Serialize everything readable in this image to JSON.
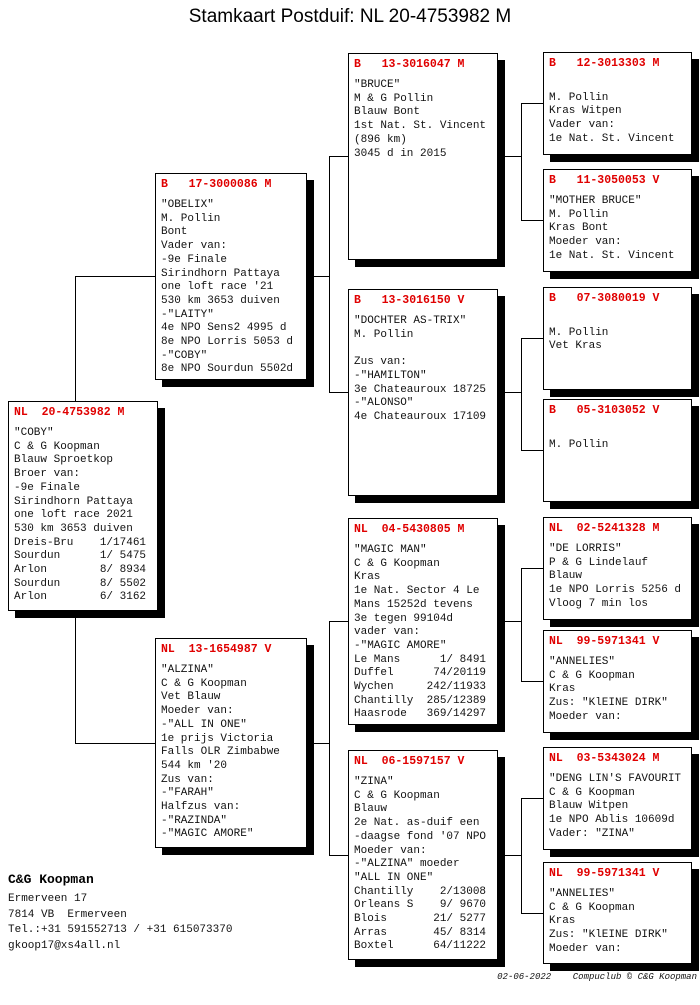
{
  "title": "Stamkaart Postduif: NL  20-4753982 M",
  "colors": {
    "ring_red": "#e00000",
    "shadow": "#000000"
  },
  "boxes": {
    "subject": {
      "ring": "NL  20-4753982 M",
      "lines": [
        "\"COBY\"",
        "C & G Koopman",
        "Blauw Sproetkop",
        "Broer van:",
        "-9e Finale",
        "Sirindhorn Pattaya",
        "one loft race 2021",
        "530 km 3653 duiven",
        "Dreis-Bru    1/17461",
        "Sourdun      1/ 5475",
        "Arlon        8/ 8934",
        "Sourdun      8/ 5502",
        "Arlon        6/ 3162"
      ]
    },
    "sire": {
      "ring": "B   17-3000086 M",
      "lines": [
        "\"OBELIX\"",
        "M. Pollin",
        "Bont",
        "Vader van:",
        "-9e Finale",
        "Sirindhorn Pattaya",
        "one loft race '21",
        "530 km 3653 duiven",
        "-\"LAITY\"",
        "4e NPO Sens2 4995 d",
        "8e NPO Lorris 5053 d",
        "-\"COBY\"",
        "8e NPO Sourdun 5502d"
      ]
    },
    "dam": {
      "ring": "NL  13-1654987 V",
      "lines": [
        "\"ALZINA\"",
        "C & G Koopman",
        "Vet Blauw",
        "Moeder van:",
        "-\"ALL IN ONE\"",
        "1e prijs Victoria",
        "Falls OLR Zimbabwe",
        "544 km '20",
        "Zus van:",
        "-\"FARAH\"",
        "Halfzus van:",
        "-\"RAZINDA\"",
        "-\"MAGIC AMORE\""
      ]
    },
    "ss": {
      "ring": "B   13-3016047 M",
      "lines": [
        "\"BRUCE\"",
        "M & G Pollin",
        "Blauw Bont",
        "1st Nat. St. Vincent",
        "(896 km)",
        "3045 d in 2015"
      ]
    },
    "sd": {
      "ring": "B   13-3016150 V",
      "lines": [
        "\"DOCHTER AS-TRIX\"",
        "M. Pollin",
        "",
        "Zus van:",
        "-\"HAMILTON\"",
        "3e Chateauroux 18725",
        "-\"ALONSO\"",
        "4e Chateauroux 17109"
      ]
    },
    "ds": {
      "ring": "NL  04-5430805 M",
      "lines": [
        "\"MAGIC MAN\"",
        "C & G Koopman",
        "Kras",
        "1e Nat. Sector 4 Le",
        "Mans 15252d tevens",
        "3e tegen 99104d",
        "vader van:",
        "-\"MAGIC AMORE\"",
        "Le Mans      1/ 8491",
        "Duffel      74/20119",
        "Wychen     242/11933",
        "Chantilly  285/12389",
        "Haasrode   369/14297"
      ]
    },
    "dd": {
      "ring": "NL  06-1597157 V",
      "lines": [
        "\"ZINA\"",
        "C & G Koopman",
        "Blauw",
        "2e Nat. as-duif een",
        "-daagse fond '07 NPO",
        "Moeder van:",
        "-\"ALZINA\" moeder",
        "\"ALL IN ONE\"",
        "Chantilly    2/13008",
        "Orleans S    9/ 9670",
        "Blois       21/ 5277",
        "Arras       45/ 8314",
        "Boxtel      64/11222"
      ]
    },
    "ggp": [
      {
        "ring": "B   12-3013303 M",
        "lines": [
          "",
          "M. Pollin",
          "Kras Witpen",
          "Vader van:",
          "1e Nat. St. Vincent"
        ]
      },
      {
        "ring": "B   11-3050053 V",
        "lines": [
          "\"MOTHER BRUCE\"",
          "M. Pollin",
          "Kras Bont",
          "Moeder van:",
          "1e Nat. St. Vincent"
        ]
      },
      {
        "ring": "B   07-3080019 V",
        "lines": [
          "",
          "M. Pollin",
          "Vet Kras"
        ]
      },
      {
        "ring": "B   05-3103052 V",
        "lines": [
          "",
          "M. Pollin"
        ]
      },
      {
        "ring": "NL  02-5241328 M",
        "lines": [
          "\"DE LORRIS\"",
          "P & G Lindelauf",
          "Blauw",
          "1e NPO Lorris 5256 d",
          "Vloog 7 min los"
        ]
      },
      {
        "ring": "NL  99-5971341 V",
        "lines": [
          "\"ANNELIES\"",
          "C & G Koopman",
          "Kras",
          "Zus: \"KlEINE DIRK\"",
          "Moeder van:"
        ]
      },
      {
        "ring": "NL  03-5343024 M",
        "lines": [
          "\"DENG LIN'S FAVOURIT",
          "C & G Koopman",
          "Blauw Witpen",
          "1e NPO Ablis 10609d",
          "Vader: \"ZINA\""
        ]
      },
      {
        "ring": "NL  99-5971341 V",
        "lines": [
          "\"ANNELIES\"",
          "C & G Koopman",
          "Kras",
          "Zus: \"KlEINE DIRK\"",
          "Moeder van:"
        ]
      }
    ]
  },
  "footer": {
    "owner": "C&G Koopman",
    "address": [
      "Ermerveen 17",
      "7814 VB  Ermerveen",
      "Tel.:+31 591552713 / +31 615073370",
      "gkoop17@xs4all.nl"
    ],
    "credit": "02-06-2022    Compuclub © C&G Koopman"
  }
}
